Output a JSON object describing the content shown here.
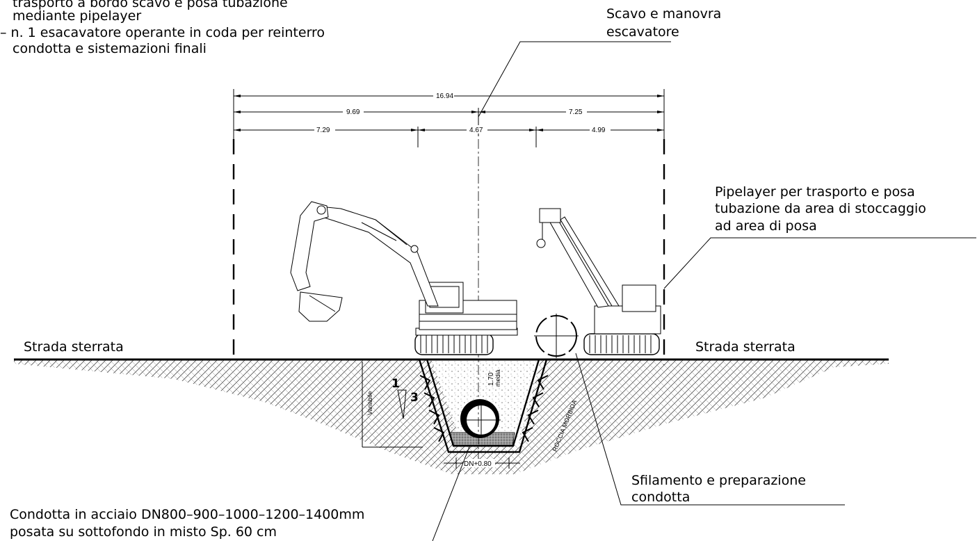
{
  "notes": {
    "top_left": {
      "line1": "trasporto a bordo scavo e posa tubazione",
      "line2": "mediante pipelayer",
      "line3": "– n. 1 esacavatore operante in coda per reinterro",
      "line4": "condotta e sistemazioni finali"
    },
    "scavo": {
      "line1": "Scavo e manovra",
      "line2": "escavatore"
    },
    "pipelayer": {
      "line1": "Pipelayer per trasporto e posa",
      "line2": "tubazione da area di stoccaggio",
      "line3": "ad area di posa"
    },
    "road_left": "Strada sterrata",
    "road_right": "Strada sterrata",
    "sfilamento": {
      "line1": "Sfilamento e preparazione",
      "line2": "condotta"
    },
    "condotta": {
      "line1": "Condotta in acciaio DN800–900–1000–1200–1400mm",
      "line2": "posata su sottofondo in misto Sp. 60 cm"
    }
  },
  "dimensions": {
    "total": "16.94",
    "left_half": "9.69",
    "right_half": "7.25",
    "seg_1": "7.29",
    "seg_2": "4.67",
    "seg_3": "4.99",
    "depth": "1.70",
    "depth_note": "media",
    "variable": "Variabile",
    "trench_base": "DN+0.80"
  },
  "trench": {
    "slope_top": "1",
    "slope_bottom": "3",
    "rock_label": "ROCCIA MORBIDA"
  }
}
